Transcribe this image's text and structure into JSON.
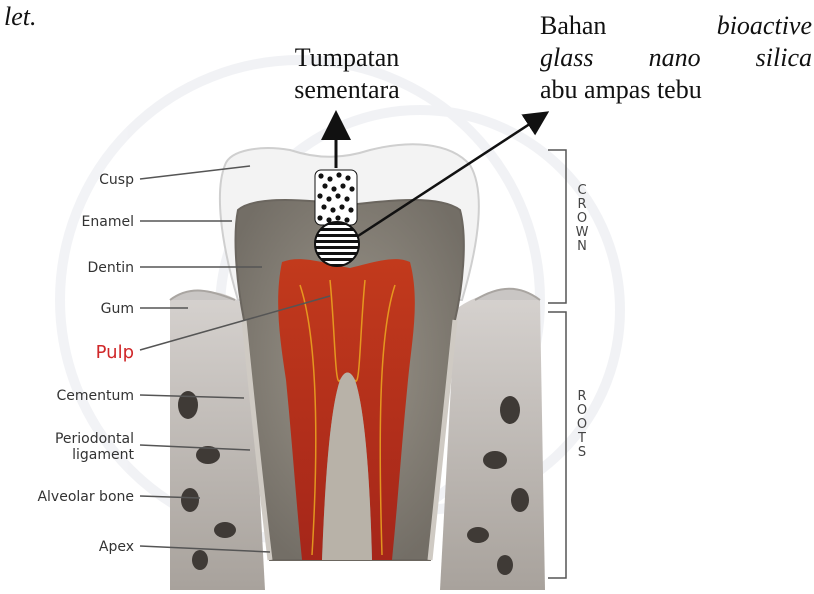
{
  "fragment_text": "let.",
  "annotations": {
    "temporary_filling": [
      "Tumpatan",
      "sementara"
    ],
    "material": {
      "line1_word1": "Bahan",
      "line1_word2": "bioactive",
      "line2": [
        "glass",
        "nano",
        "silica"
      ],
      "line3": "abu ampas tebu"
    }
  },
  "labels": {
    "cusp": "Cusp",
    "enamel": "Enamel",
    "dentin": "Dentin",
    "gum": "Gum",
    "pulp": "Pulp",
    "cementum": "Cementum",
    "periodontal_1": "Periodontal",
    "periodontal_2": "ligament",
    "alveolar": "Alveolar bone",
    "apex": "Apex"
  },
  "side_labels": {
    "crown": "CROWN",
    "roots": "ROOTS"
  },
  "colors": {
    "pulp_label": "#d0282a",
    "pulp_fill": "#c2331e",
    "dentin": "#8a8478",
    "enamel": "#f3f3f3",
    "gum": "#c9c6c4",
    "bone": "#9a948f"
  }
}
